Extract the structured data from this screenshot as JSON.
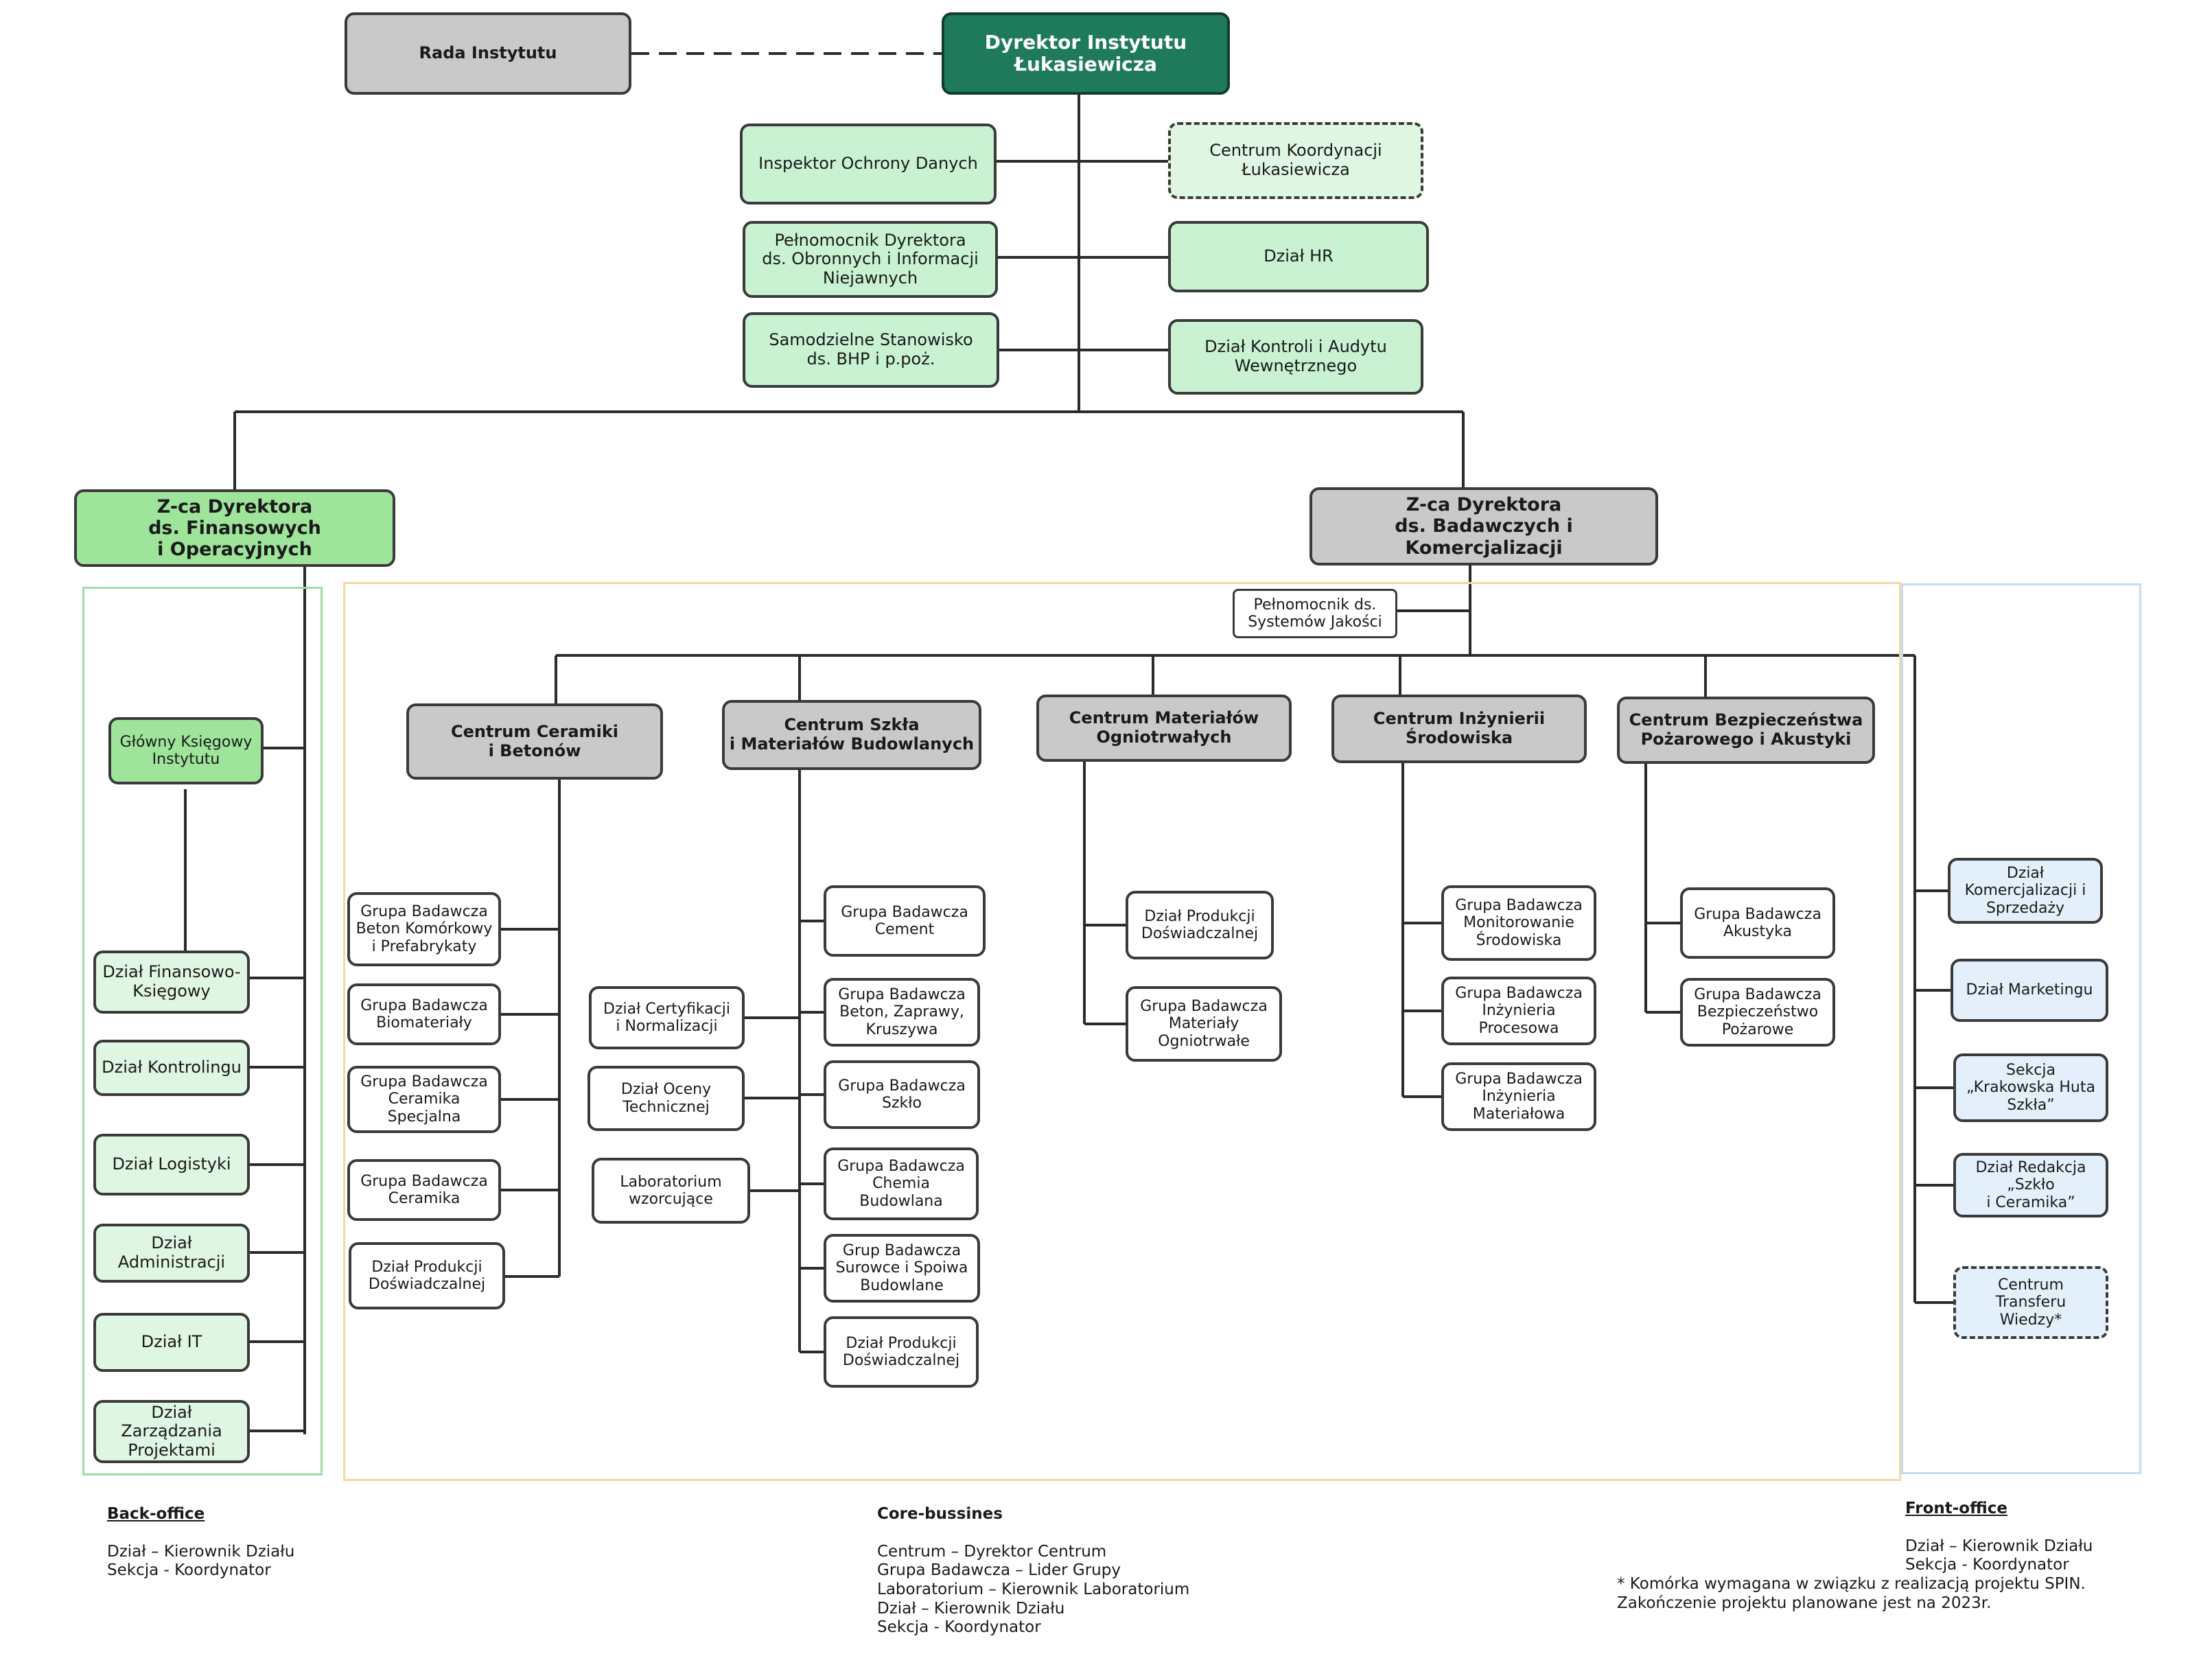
{
  "top": {
    "council": "Rada Instytutu",
    "director": "Dyrektor Instytutu\nŁukasiewicza"
  },
  "staff_left": [
    "Inspektor Ochrony Danych",
    "Pełnomocnik Dyrektora\nds. Obronnych i Informacji\nNiejawnych",
    "Samodzielne Stanowisko\nds. BHP i p.poż."
  ],
  "staff_right": [
    "Centrum Koordynacji\nŁukasiewicza",
    "Dział HR",
    "Dział Kontroli i Audytu\nWewnętrznego"
  ],
  "deputy_finance": "Z-ca Dyrektora\nds. Finansowych\ni Operacyjnych",
  "deputy_research": "Z-ca Dyrektora\nds. Badawczych i Komercjalizacji",
  "quality_proxy": "Pełnomocnik ds.\nSystemów Jakości",
  "back_office": [
    "Główny Księgowy\nInstytutu",
    "Dział Finansowo-\nKsięgowy",
    "Dział Kontrolingu",
    "Dział Logistyki",
    "Dział Administracji",
    "Dział IT",
    "Dział Zarządzania\nProjektami"
  ],
  "centers": [
    "Centrum Ceramiki\ni Betonów",
    "Centrum Szkła\ni Materiałów Budowlanych",
    "Centrum Materiałów\nOgniotrwałych",
    "Centrum Inżynierii\nŚrodowiska",
    "Centrum Bezpieczeństwa\nPożarowego i Akustyki"
  ],
  "ceramics_units": [
    "Grupa Badawcza\nBeton Komórkowy\ni Prefabrykaty",
    "Grupa Badawcza\nBiomateriały",
    "Grupa Badawcza\nCeramika\nSpecjalna",
    "Grupa Badawcza\nCeramika",
    "Dział Produkcji\nDoświadczalnej"
  ],
  "shared_units": [
    "Dział Certyfikacji\ni Normalizacji",
    "Dział Oceny\nTechnicznej",
    "Laboratorium\nwzorcujące"
  ],
  "glass_units": [
    "Grupa Badawcza\nCement",
    "Grupa Badawcza\nBeton, Zaprawy,\nKruszywa",
    "Grupa Badawcza\nSzkło",
    "Grupa Badawcza\nChemia\nBudowlana",
    "Grup Badawcza\nSurowce i Spoiwa\nBudowlane",
    "Dział Produkcji\nDoświadczalnej"
  ],
  "refractory_units": [
    "Dział Produkcji\nDoświadczalnej",
    "Grupa Badawcza\nMateriały\nOgniotrwałe"
  ],
  "environment_units": [
    "Grupa Badawcza\nMonitorowanie\nŚrodowiska",
    "Grupa Badawcza\nInżynieria\nProcesowa",
    "Grupa Badawcza\nInżynieria\nMateriałowa"
  ],
  "fire_units": [
    "Grupa Badawcza\nAkustyka",
    "Grupa Badawcza\nBezpieczeństwo\nPożarowe"
  ],
  "front_office": [
    "Dział\nKomercjalizacji i\nSprzedaży",
    "Dział Marketingu",
    "Sekcja\n„Krakowska Huta\nSzkła”",
    "Dział Redakcja\n„Szkło\ni Ceramika”",
    "Centrum\nTransferu\nWiedzy*"
  ],
  "legend": {
    "back_title": "Back-office",
    "back_lines": "Dział – Kierownik Działu\nSekcja - Koordynator",
    "core_title": "Core-bussines",
    "core_lines": "Centrum – Dyrektor Centrum\nGrupa Badawcza – Lider Grupy\nLaboratorium – Kierownik Laboratorium\nDział – Kierownik Działu\nSekcja - Koordynator",
    "front_title": "Front-office",
    "front_lines": "Dział – Kierownik Działu\nSekcja - Koordynator",
    "footnote": "* Komórka wymagana w związku z realizacją projektu SPIN.\nZakończenie projektu planowane jest na 2023r."
  },
  "colors": {
    "director": "#1f7a5c",
    "staff_green": "#c8f2d2",
    "deputy_green": "#9ee59b",
    "center_gray": "#c9c9c9",
    "front_blue": "#e3f0fb"
  }
}
